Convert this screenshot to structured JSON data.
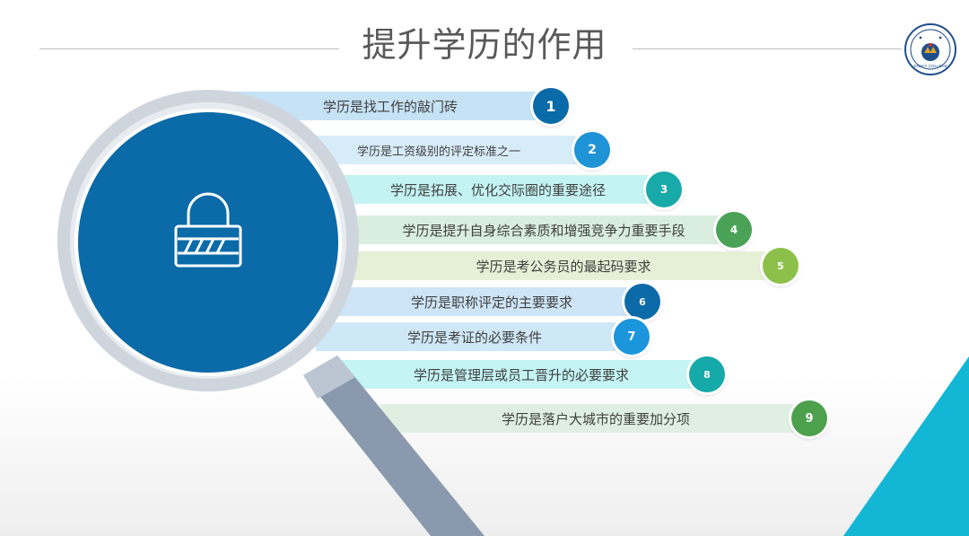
{
  "page": {
    "title": "提升学历的作用"
  },
  "logo": {
    "icon": "college-seal-icon",
    "text": "JINHAY COLLEGE",
    "colors": {
      "ring": "#1f4e8c",
      "accent": "#e8a020",
      "crest": "#c0392b"
    }
  },
  "magnifier": {
    "icon": "lock-icon",
    "colors": {
      "lens": "#0b6aa8",
      "rim": "#cfd5dc",
      "handle": "#8a99ad"
    }
  },
  "items": [
    {
      "num": "1",
      "text": "学历是找工作的敲门砖",
      "bar": "#c6e2f5",
      "circle": "#0b6aa8"
    },
    {
      "num": "2",
      "text": "学历是工资级别的评定标准之一",
      "bar": "#d7ecf9",
      "circle": "#1e93d6"
    },
    {
      "num": "3",
      "text": "学历是拓展、优化交际圈的重要途径",
      "bar": "#c4f3f3",
      "circle": "#18a9a9"
    },
    {
      "num": "4",
      "text": "学历是提升自身综合素质和增强竞争力重要手段",
      "bar": "#d9eedf",
      "circle": "#4aa257"
    },
    {
      "num": "5",
      "text": "学历是考公务员的最起码要求",
      "bar": "#e6f0d6",
      "circle": "#8dc04a"
    },
    {
      "num": "6",
      "text": "学历是职称评定的主要要求",
      "bar": "#cde5f6",
      "circle": "#0d6aa8"
    },
    {
      "num": "7",
      "text": "学历是考证的必要条件",
      "bar": "#cfe8f8",
      "circle": "#1b95dc"
    },
    {
      "num": "8",
      "text": "学历是管理层或员工晋升的必要要求",
      "bar": "#c4f4f4",
      "circle": "#15a9a9"
    },
    {
      "num": "9",
      "text": "学历是落户大城市的重要加分项",
      "bar": "#dff0e2",
      "circle": "#4da04c"
    }
  ],
  "corner_color": "#14b6d6"
}
